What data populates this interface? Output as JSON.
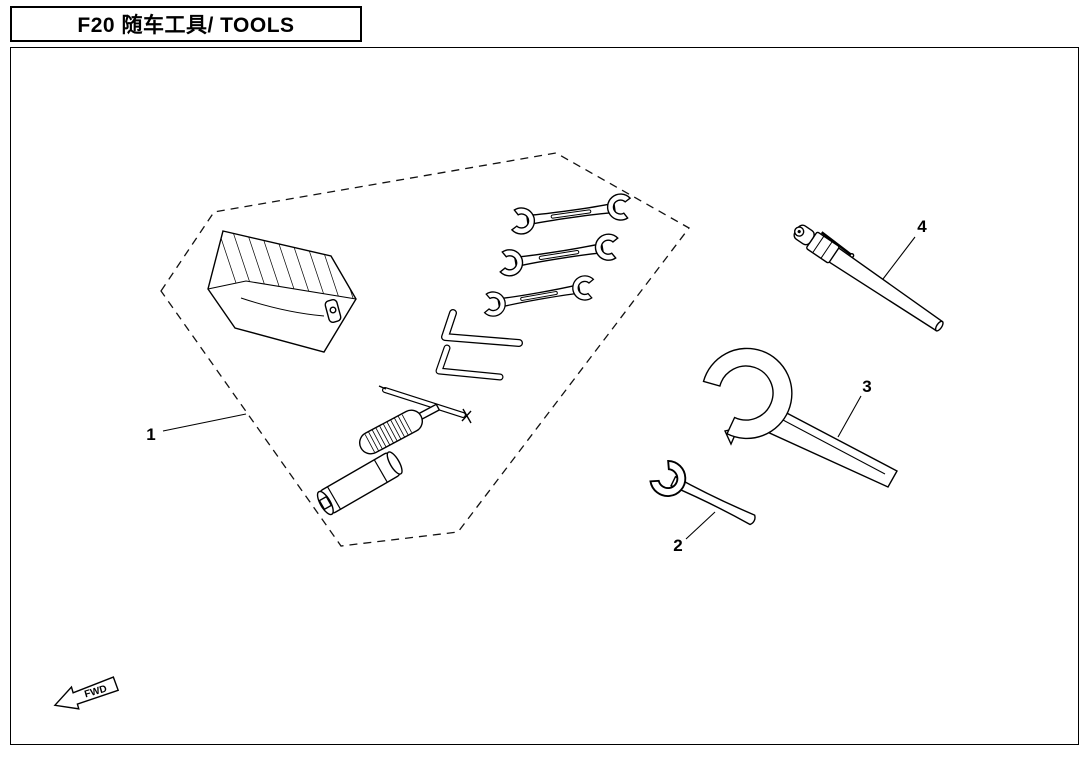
{
  "page": {
    "title": "F20 随车工具/ TOOLS",
    "fwd_label": "FWD",
    "colors": {
      "line": "#000000",
      "background": "#ffffff"
    }
  },
  "callouts": {
    "c1": "1",
    "c2": "2",
    "c3": "3",
    "c4": "4"
  }
}
